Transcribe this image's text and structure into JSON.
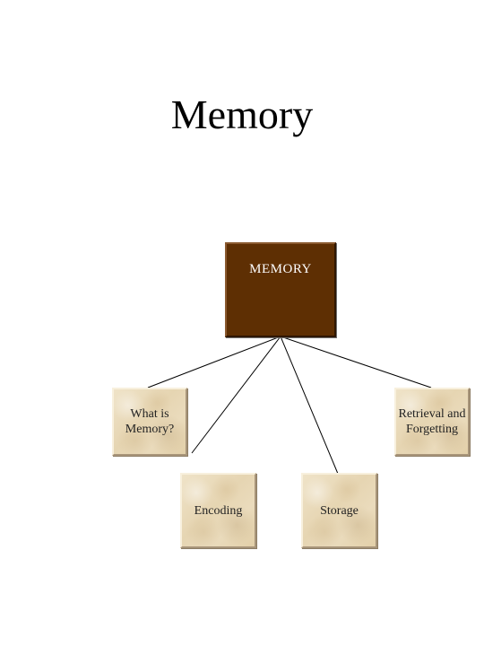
{
  "title": "Memory",
  "diagram": {
    "root": {
      "label": "MEMORY",
      "color": "#5e2f03"
    },
    "children": [
      {
        "label": "What is\nMemory?"
      },
      {
        "label": "Encoding"
      },
      {
        "label": "Storage"
      },
      {
        "label": "Retrieval and\nForgetting"
      }
    ],
    "connector_color": "#000000",
    "box_texture": "parchment"
  }
}
